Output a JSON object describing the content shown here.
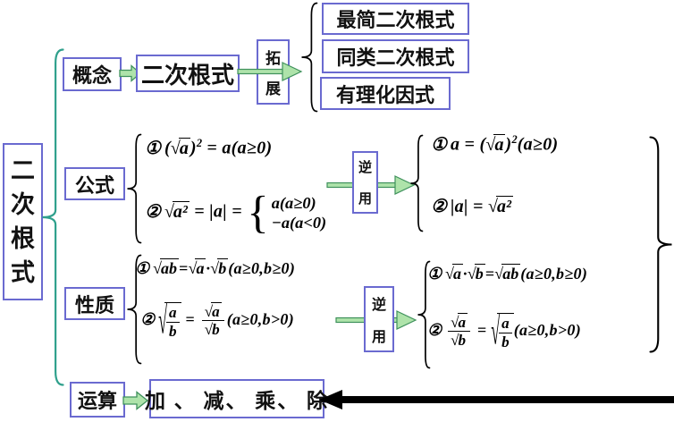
{
  "root": {
    "chars": [
      "二",
      "次",
      "根",
      "式"
    ]
  },
  "concept": {
    "label": "概念",
    "node": "二次根式",
    "via": [
      "拓",
      "展"
    ],
    "items": [
      "最简二次根式",
      "同类二次根式",
      "有理化因式"
    ]
  },
  "formula_section": {
    "label": "公式",
    "via": [
      "逆",
      "用"
    ]
  },
  "property_section": {
    "label": "性质",
    "via": [
      "逆",
      "用"
    ]
  },
  "operation": {
    "label": "运算",
    "value": "加 、 减、 乘、 除"
  },
  "formulas": {
    "gl1": [
      {
        "t": "num",
        "v": "①"
      },
      {
        "t": "txt",
        "v": "("
      },
      {
        "t": "rad",
        "v": "a"
      },
      {
        "t": "txt",
        "v": ")"
      },
      {
        "t": "sup",
        "v": "2"
      },
      {
        "t": "txt",
        "v": " = a(a≥0)"
      }
    ],
    "gl2": [
      {
        "t": "num",
        "v": "②"
      },
      {
        "t": "rad",
        "v": "a²"
      },
      {
        "t": "txt",
        "v": " = |a| = "
      },
      {
        "t": "cases",
        "rows": [
          "a(a≥0)",
          "−a(a<0)"
        ]
      }
    ],
    "gr1": [
      {
        "t": "num",
        "v": "①"
      },
      {
        "t": "txt",
        "v": "a = ("
      },
      {
        "t": "rad",
        "v": "a"
      },
      {
        "t": "txt",
        "v": ")"
      },
      {
        "t": "sup",
        "v": "2"
      },
      {
        "t": "txt",
        "v": "(a≥0)"
      }
    ],
    "gr2": [
      {
        "t": "num",
        "v": "②"
      },
      {
        "t": "txt",
        "v": "|a| = "
      },
      {
        "t": "rad",
        "v": "a²"
      }
    ],
    "pl1": [
      {
        "t": "num",
        "v": "①"
      },
      {
        "t": "rad",
        "v": "ab"
      },
      {
        "t": "txt",
        "v": "="
      },
      {
        "t": "rad",
        "v": "a"
      },
      {
        "t": "txt",
        "v": "·"
      },
      {
        "t": "rad",
        "v": "b"
      },
      {
        "t": "txt",
        "v": "(a≥0,b≥0)"
      }
    ],
    "pl2": [
      {
        "t": "num",
        "v": "②"
      },
      {
        "t": "radfrac",
        "n": "a",
        "d": "b"
      },
      {
        "t": "txt",
        "v": " = "
      },
      {
        "t": "frac",
        "n": [
          {
            "t": "rad",
            "v": "a"
          }
        ],
        "d": [
          {
            "t": "rad",
            "v": "b"
          }
        ]
      },
      {
        "t": "txt",
        "v": "(a≥0,b>0)"
      }
    ],
    "pr1": [
      {
        "t": "num",
        "v": "①"
      },
      {
        "t": "rad",
        "v": "a"
      },
      {
        "t": "txt",
        "v": "·"
      },
      {
        "t": "rad",
        "v": "b"
      },
      {
        "t": "txt",
        "v": "="
      },
      {
        "t": "rad",
        "v": "ab"
      },
      {
        "t": "txt",
        "v": "(a≥0,b≥0)"
      }
    ],
    "pr2": [
      {
        "t": "num",
        "v": "②"
      },
      {
        "t": "frac",
        "n": [
          {
            "t": "rad",
            "v": "a"
          }
        ],
        "d": [
          {
            "t": "rad",
            "v": "b"
          }
        ]
      },
      {
        "t": "txt",
        "v": " = "
      },
      {
        "t": "radfrac",
        "n": "a",
        "d": "b"
      },
      {
        "t": "txt",
        "v": "(a≥0,b>0)"
      }
    ]
  },
  "colors": {
    "box_border": "#6a6ad0",
    "arrow_fill": "#aee3aa",
    "arrow_stroke": "#3f915c",
    "brace_teal": "#2fa08c",
    "ink": "#000000"
  }
}
